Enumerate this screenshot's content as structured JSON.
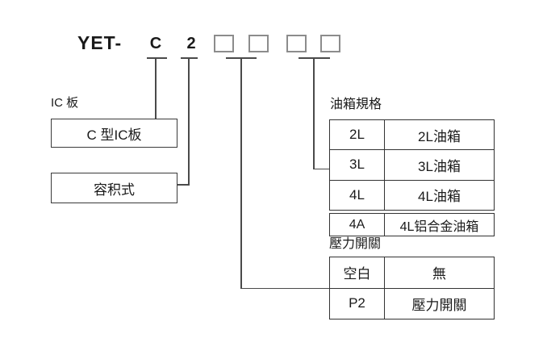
{
  "code": {
    "prefix": "YET-",
    "segments": {
      "board": "C",
      "pump": "2"
    }
  },
  "ic_board": {
    "label": "IC 板",
    "value": "C 型IC板"
  },
  "pump_type": {
    "value": "容积式"
  },
  "tank_spec": {
    "title": "油箱規格",
    "rows": [
      {
        "code": "2L",
        "desc": "2L油箱"
      },
      {
        "code": "3L",
        "desc": "3L油箱"
      },
      {
        "code": "4L",
        "desc": "4L油箱"
      },
      {
        "code": "4A",
        "desc": "4L铝合金油箱"
      }
    ]
  },
  "pressure_switch": {
    "title": "壓力開關",
    "rows": [
      {
        "code": "空白",
        "desc": "無"
      },
      {
        "code": "P2",
        "desc": "壓力開關"
      }
    ]
  },
  "colors": {
    "line": "#4a4a4a",
    "table_border": "#333333",
    "placeholder_border": "#8c8c8c",
    "text": "#1a1a1a",
    "background": "#ffffff"
  }
}
